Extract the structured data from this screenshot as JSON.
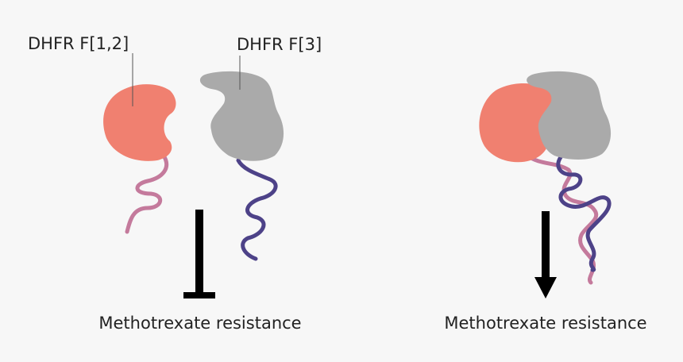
{
  "labels": {
    "fragment_a": "DHFR F[1,2]",
    "fragment_b": "DHFR F[3]"
  },
  "left_panel": {
    "effect": "inhibition",
    "caption": "Methotrexate resistance"
  },
  "right_panel": {
    "effect": "activation",
    "caption": "Methotrexate resistance"
  },
  "colors": {
    "fragment_a": "#f08070",
    "fragment_b": "#aaaaaa",
    "tail_a": "#c47a9c",
    "tail_b": "#4d4288",
    "arrow": "#000000",
    "leader_line": "#555555",
    "background": "#f7f7f7"
  }
}
